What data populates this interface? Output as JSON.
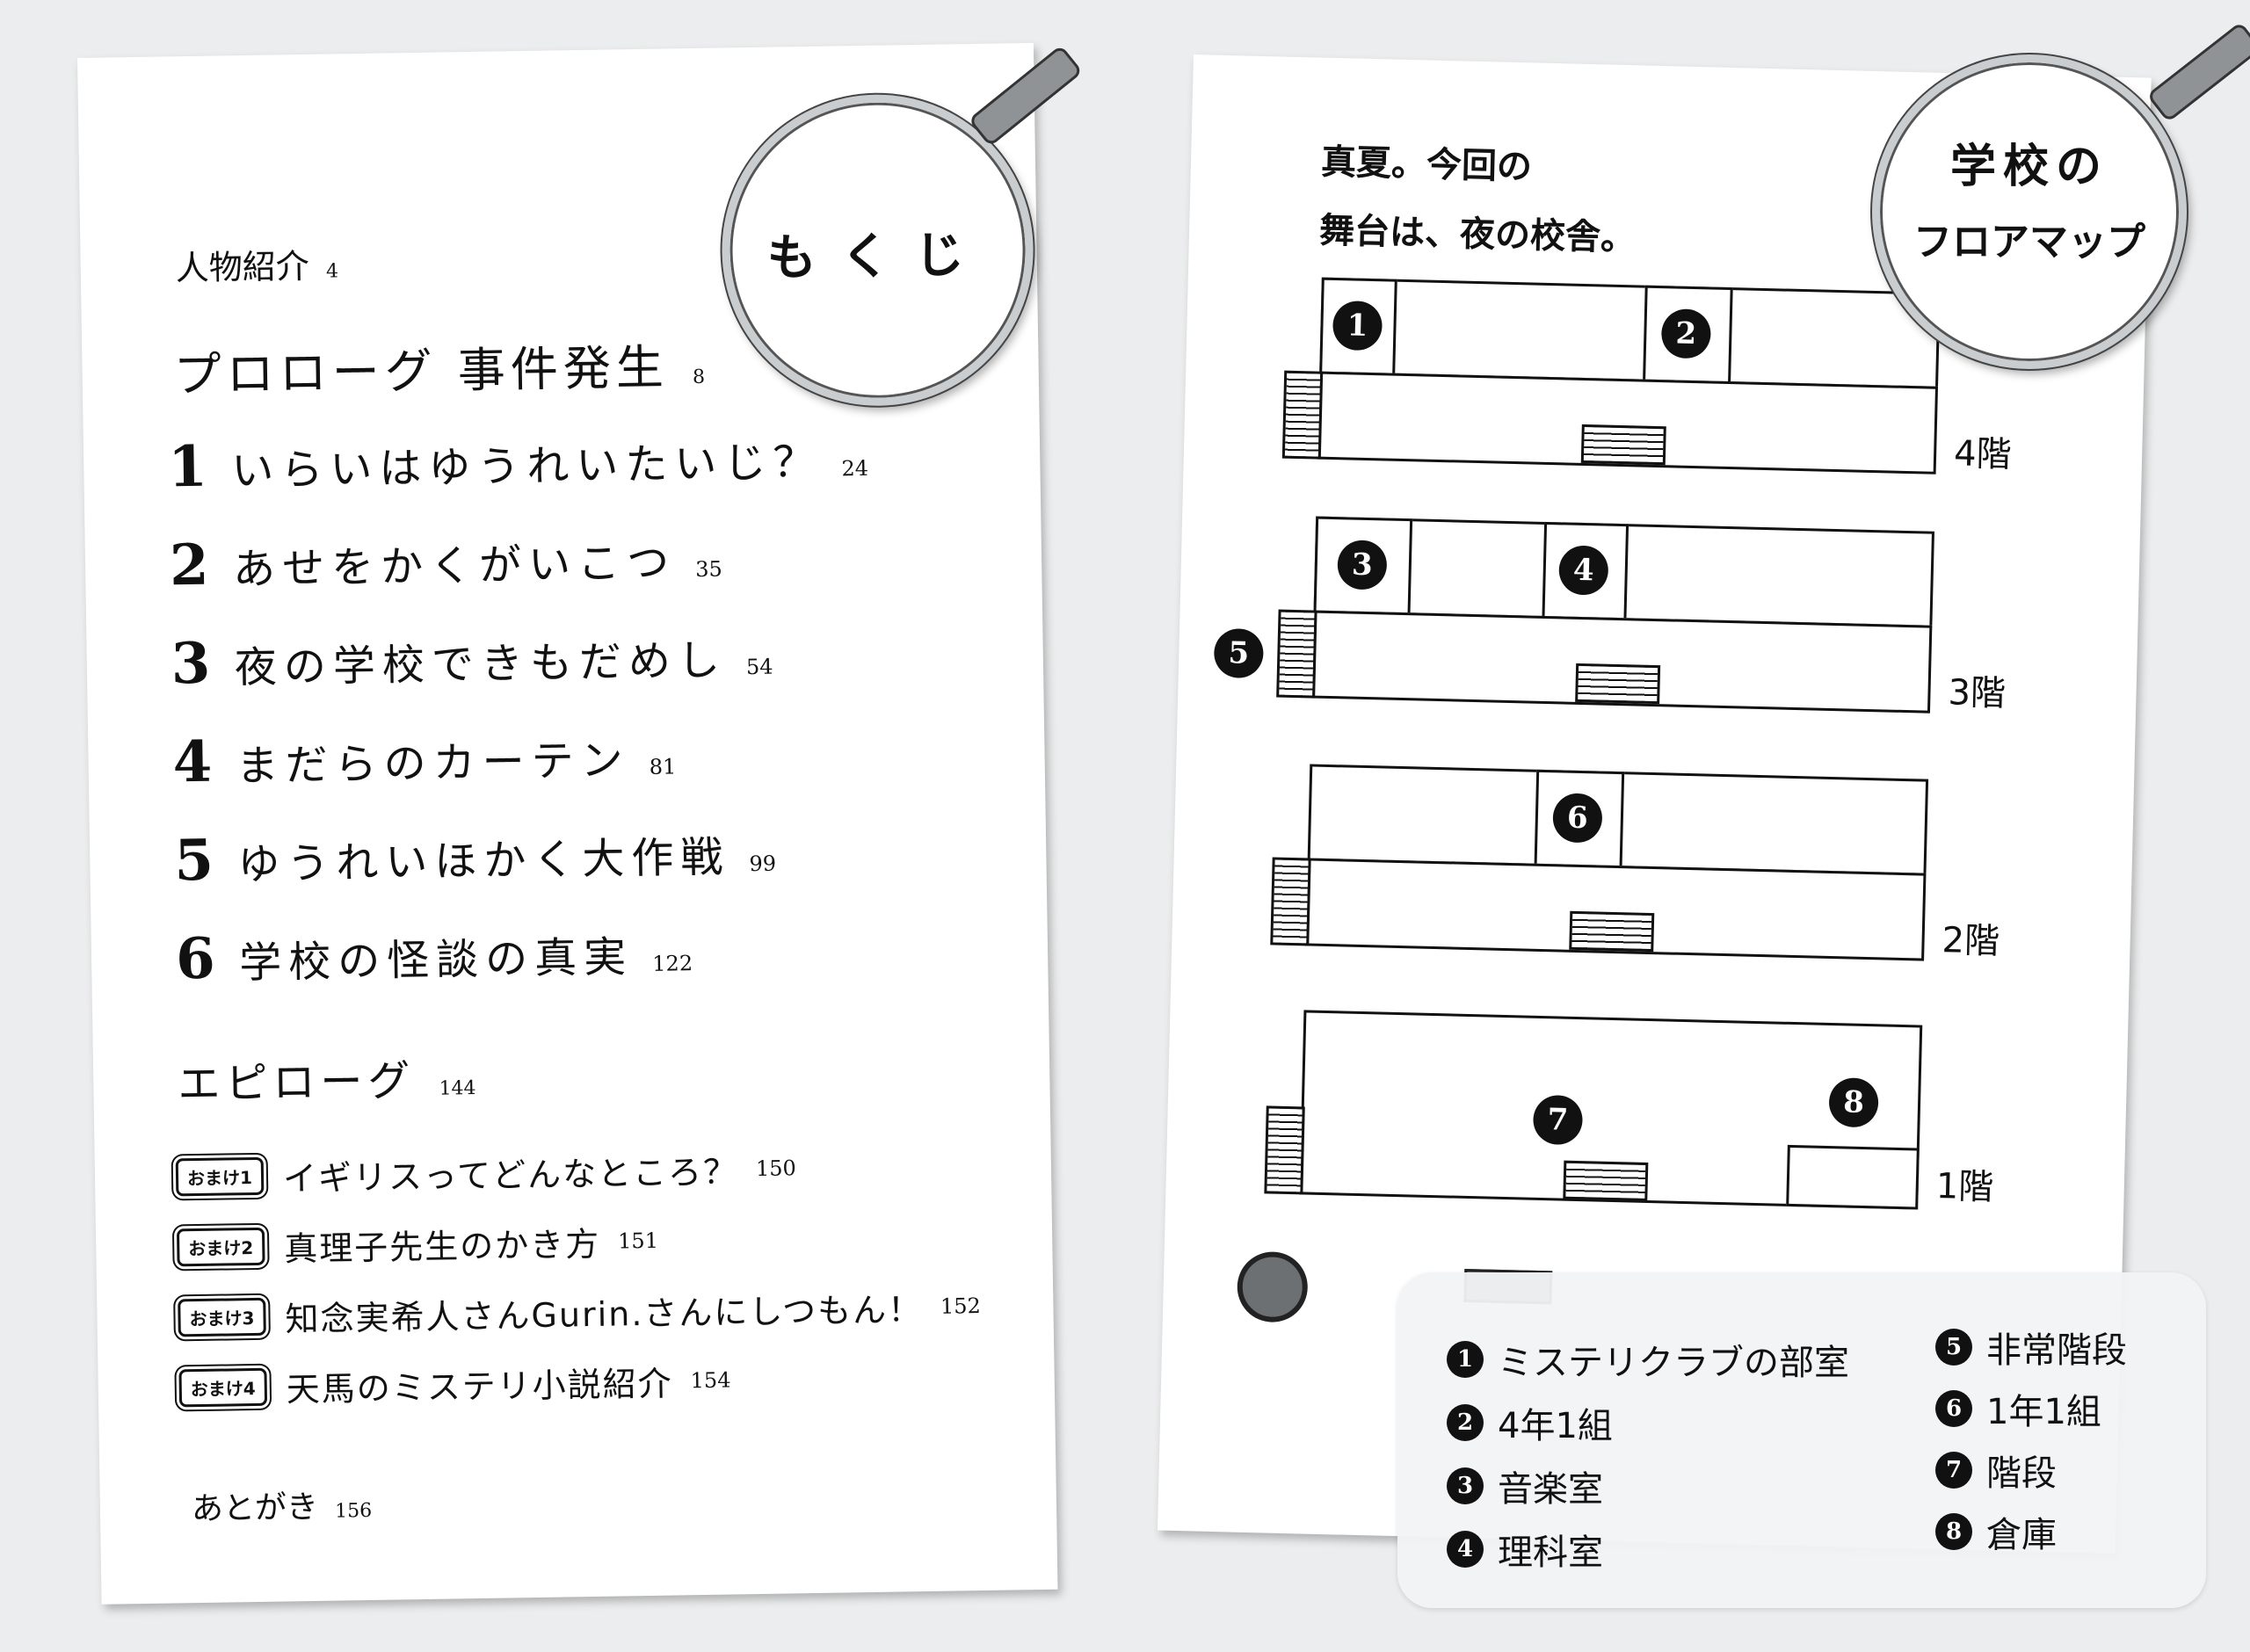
{
  "toc": {
    "heading": "もくじ",
    "intro_title": "人物紹介",
    "intro_page": "4",
    "prologue_title": "プロローグ 事件発生",
    "prologue_page": "8",
    "chapters": [
      {
        "num": "1",
        "title": "いらいはゆうれいたいじ？",
        "page": "24"
      },
      {
        "num": "2",
        "title": "あせをかくがいこつ",
        "page": "35"
      },
      {
        "num": "3",
        "title": "夜の学校できもだめし",
        "page": "54"
      },
      {
        "num": "4",
        "title": "まだらのカーテン",
        "page": "81"
      },
      {
        "num": "5",
        "title": "ゆうれいほかく大作戦",
        "page": "99"
      },
      {
        "num": "6",
        "title": "学校の怪談の真実",
        "page": "122"
      }
    ],
    "epilogue_title": "エピローグ",
    "epilogue_page": "144",
    "extras": [
      {
        "badge": "おまけ1",
        "title": "イギリスってどんなところ？",
        "page": "150"
      },
      {
        "badge": "おまけ2",
        "title": "真理子先生のかき方",
        "page": "151"
      },
      {
        "badge": "おまけ3",
        "title": "知念実希人さんGurin.さんにしつもん！",
        "page": "152"
      },
      {
        "badge": "おまけ4",
        "title": "天馬のミステリ小説紹介",
        "page": "154"
      }
    ],
    "afterword_title": "あとがき",
    "afterword_page": "156"
  },
  "map": {
    "heading_line1": "学校の",
    "heading_line2": "フロアマップ",
    "intro_line1": "真夏。今回の",
    "intro_line2": "舞台は、夜の校舎。",
    "floors": [
      {
        "label": "4階"
      },
      {
        "label": "3階"
      },
      {
        "label": "2階"
      },
      {
        "label": "1階"
      }
    ],
    "markers": [
      "1",
      "2",
      "3",
      "4",
      "5",
      "6",
      "7",
      "8"
    ],
    "legend": [
      {
        "num": "1",
        "text": "ミステリクラブの部室"
      },
      {
        "num": "2",
        "text": "4年1組"
      },
      {
        "num": "3",
        "text": "音楽室"
      },
      {
        "num": "4",
        "text": "理科室"
      },
      {
        "num": "5",
        "text": "非常階段"
      },
      {
        "num": "6",
        "text": "1年1組"
      },
      {
        "num": "7",
        "text": "階段"
      },
      {
        "num": "8",
        "text": "倉庫"
      }
    ]
  }
}
